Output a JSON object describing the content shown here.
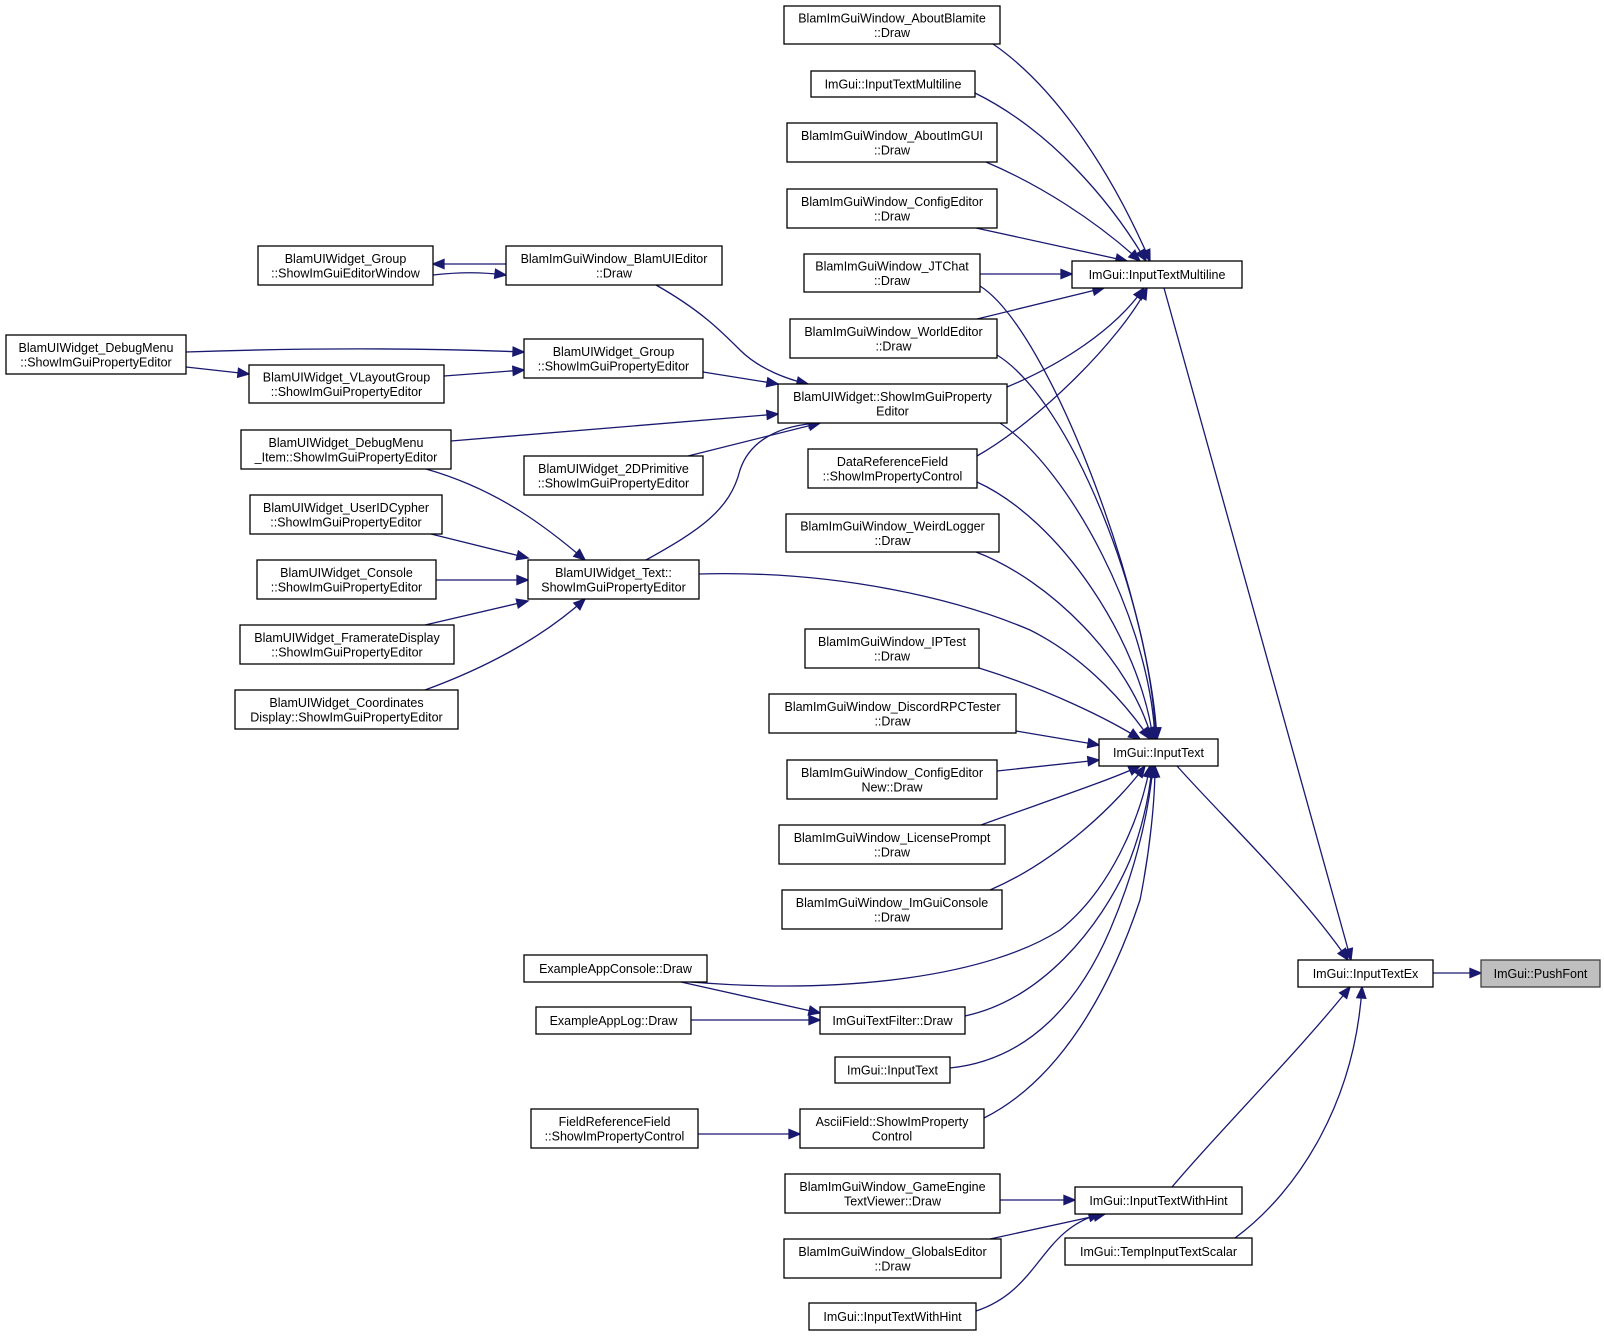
{
  "colors": {
    "edge": "#191970",
    "node_border": "#000000",
    "highlight_fill": "#bfbfbf",
    "highlight_border": "#404040",
    "background": "#ffffff"
  },
  "nodes": {
    "pushfont": {
      "lines": [
        "ImGui::PushFont"
      ]
    },
    "inputtextex": {
      "lines": [
        "ImGui::InputTextEx"
      ]
    },
    "inputtextmultiline": {
      "lines": [
        "ImGui::InputTextMultiline"
      ]
    },
    "inputtext": {
      "lines": [
        "ImGui::InputText"
      ]
    },
    "inputtextwithhint": {
      "lines": [
        "ImGui::InputTextWithHint"
      ]
    },
    "tempinputtextscalar": {
      "lines": [
        "ImGui::TempInputTextScalar"
      ]
    },
    "about_blamite": {
      "lines": [
        "BlamImGuiWindow_AboutBlamite",
        "::Draw"
      ]
    },
    "inputtextmultiline_small": {
      "lines": [
        "ImGui::InputTextMultiline"
      ]
    },
    "about_imgui": {
      "lines": [
        "BlamImGuiWindow_AboutImGUI",
        "::Draw"
      ]
    },
    "config_editor": {
      "lines": [
        "BlamImGuiWindow_ConfigEditor",
        "::Draw"
      ]
    },
    "jtchat": {
      "lines": [
        "BlamImGuiWindow_JTChat",
        "::Draw"
      ]
    },
    "world_editor": {
      "lines": [
        "BlamImGuiWindow_WorldEditor",
        "::Draw"
      ]
    },
    "uiwidget_showprop": {
      "lines": [
        "BlamUIWidget::ShowImGuiProperty",
        "Editor"
      ]
    },
    "data_reference_field": {
      "lines": [
        "DataReferenceField",
        "::ShowImPropertyControl"
      ]
    },
    "weird_logger": {
      "lines": [
        "BlamImGuiWindow_WeirdLogger",
        "::Draw"
      ]
    },
    "iptest": {
      "lines": [
        "BlamImGuiWindow_IPTest",
        "::Draw"
      ]
    },
    "discord_rpc": {
      "lines": [
        "BlamImGuiWindow_DiscordRPCTester",
        "::Draw"
      ]
    },
    "config_editor_new": {
      "lines": [
        "BlamImGuiWindow_ConfigEditor",
        "New::Draw"
      ]
    },
    "license_prompt": {
      "lines": [
        "BlamImGuiWindow_LicensePrompt",
        "::Draw"
      ]
    },
    "imgui_console": {
      "lines": [
        "BlamImGuiWindow_ImGuiConsole",
        "::Draw"
      ]
    },
    "example_app_console": {
      "lines": [
        "ExampleAppConsole::Draw"
      ]
    },
    "imgui_text_filter": {
      "lines": [
        "ImGuiTextFilter::Draw"
      ]
    },
    "example_app_log": {
      "lines": [
        "ExampleAppLog::Draw"
      ]
    },
    "inputtext_small": {
      "lines": [
        "ImGui::InputText"
      ]
    },
    "ascii_field": {
      "lines": [
        "AsciiField::ShowImProperty",
        "Control"
      ]
    },
    "field_reference_field": {
      "lines": [
        "FieldReferenceField",
        "::ShowImPropertyControl"
      ]
    },
    "game_engine_text_viewer": {
      "lines": [
        "BlamImGuiWindow_GameEngine",
        "TextViewer::Draw"
      ]
    },
    "globals_editor": {
      "lines": [
        "BlamImGuiWindow_GlobalsEditor",
        "::Draw"
      ]
    },
    "inputtextwithhint_small": {
      "lines": [
        "ImGui::InputTextWithHint"
      ]
    },
    "group_showeditorwindow": {
      "lines": [
        "BlamUIWidget_Group",
        "::ShowImGuiEditorWindow"
      ]
    },
    "blamui_editor": {
      "lines": [
        "BlamImGuiWindow_BlamUIEditor",
        "::Draw"
      ]
    },
    "debugmenu": {
      "lines": [
        "BlamUIWidget_DebugMenu",
        "::ShowImGuiPropertyEditor"
      ]
    },
    "group_showprop": {
      "lines": [
        "BlamUIWidget_Group",
        "::ShowImGuiPropertyEditor"
      ]
    },
    "vlayoutgroup": {
      "lines": [
        "BlamUIWidget_VLayoutGroup",
        "::ShowImGuiPropertyEditor"
      ]
    },
    "debugmenu_item": {
      "lines": [
        "BlamUIWidget_DebugMenu",
        "_Item::ShowImGuiPropertyEditor"
      ]
    },
    "primitive2d": {
      "lines": [
        "BlamUIWidget_2DPrimitive",
        "::ShowImGuiPropertyEditor"
      ]
    },
    "useridcypher": {
      "lines": [
        "BlamUIWidget_UserIDCypher",
        "::ShowImGuiPropertyEditor"
      ]
    },
    "text_showprop": {
      "lines": [
        "BlamUIWidget_Text::",
        "ShowImGuiPropertyEditor"
      ]
    },
    "console_widget": {
      "lines": [
        "BlamUIWidget_Console",
        "::ShowImGuiPropertyEditor"
      ]
    },
    "framerate_display": {
      "lines": [
        "BlamUIWidget_FramerateDisplay",
        "::ShowImGuiPropertyEditor"
      ]
    },
    "coordinates_display": {
      "lines": [
        "BlamUIWidget_Coordinates",
        "Display::ShowImGuiPropertyEditor"
      ]
    }
  }
}
